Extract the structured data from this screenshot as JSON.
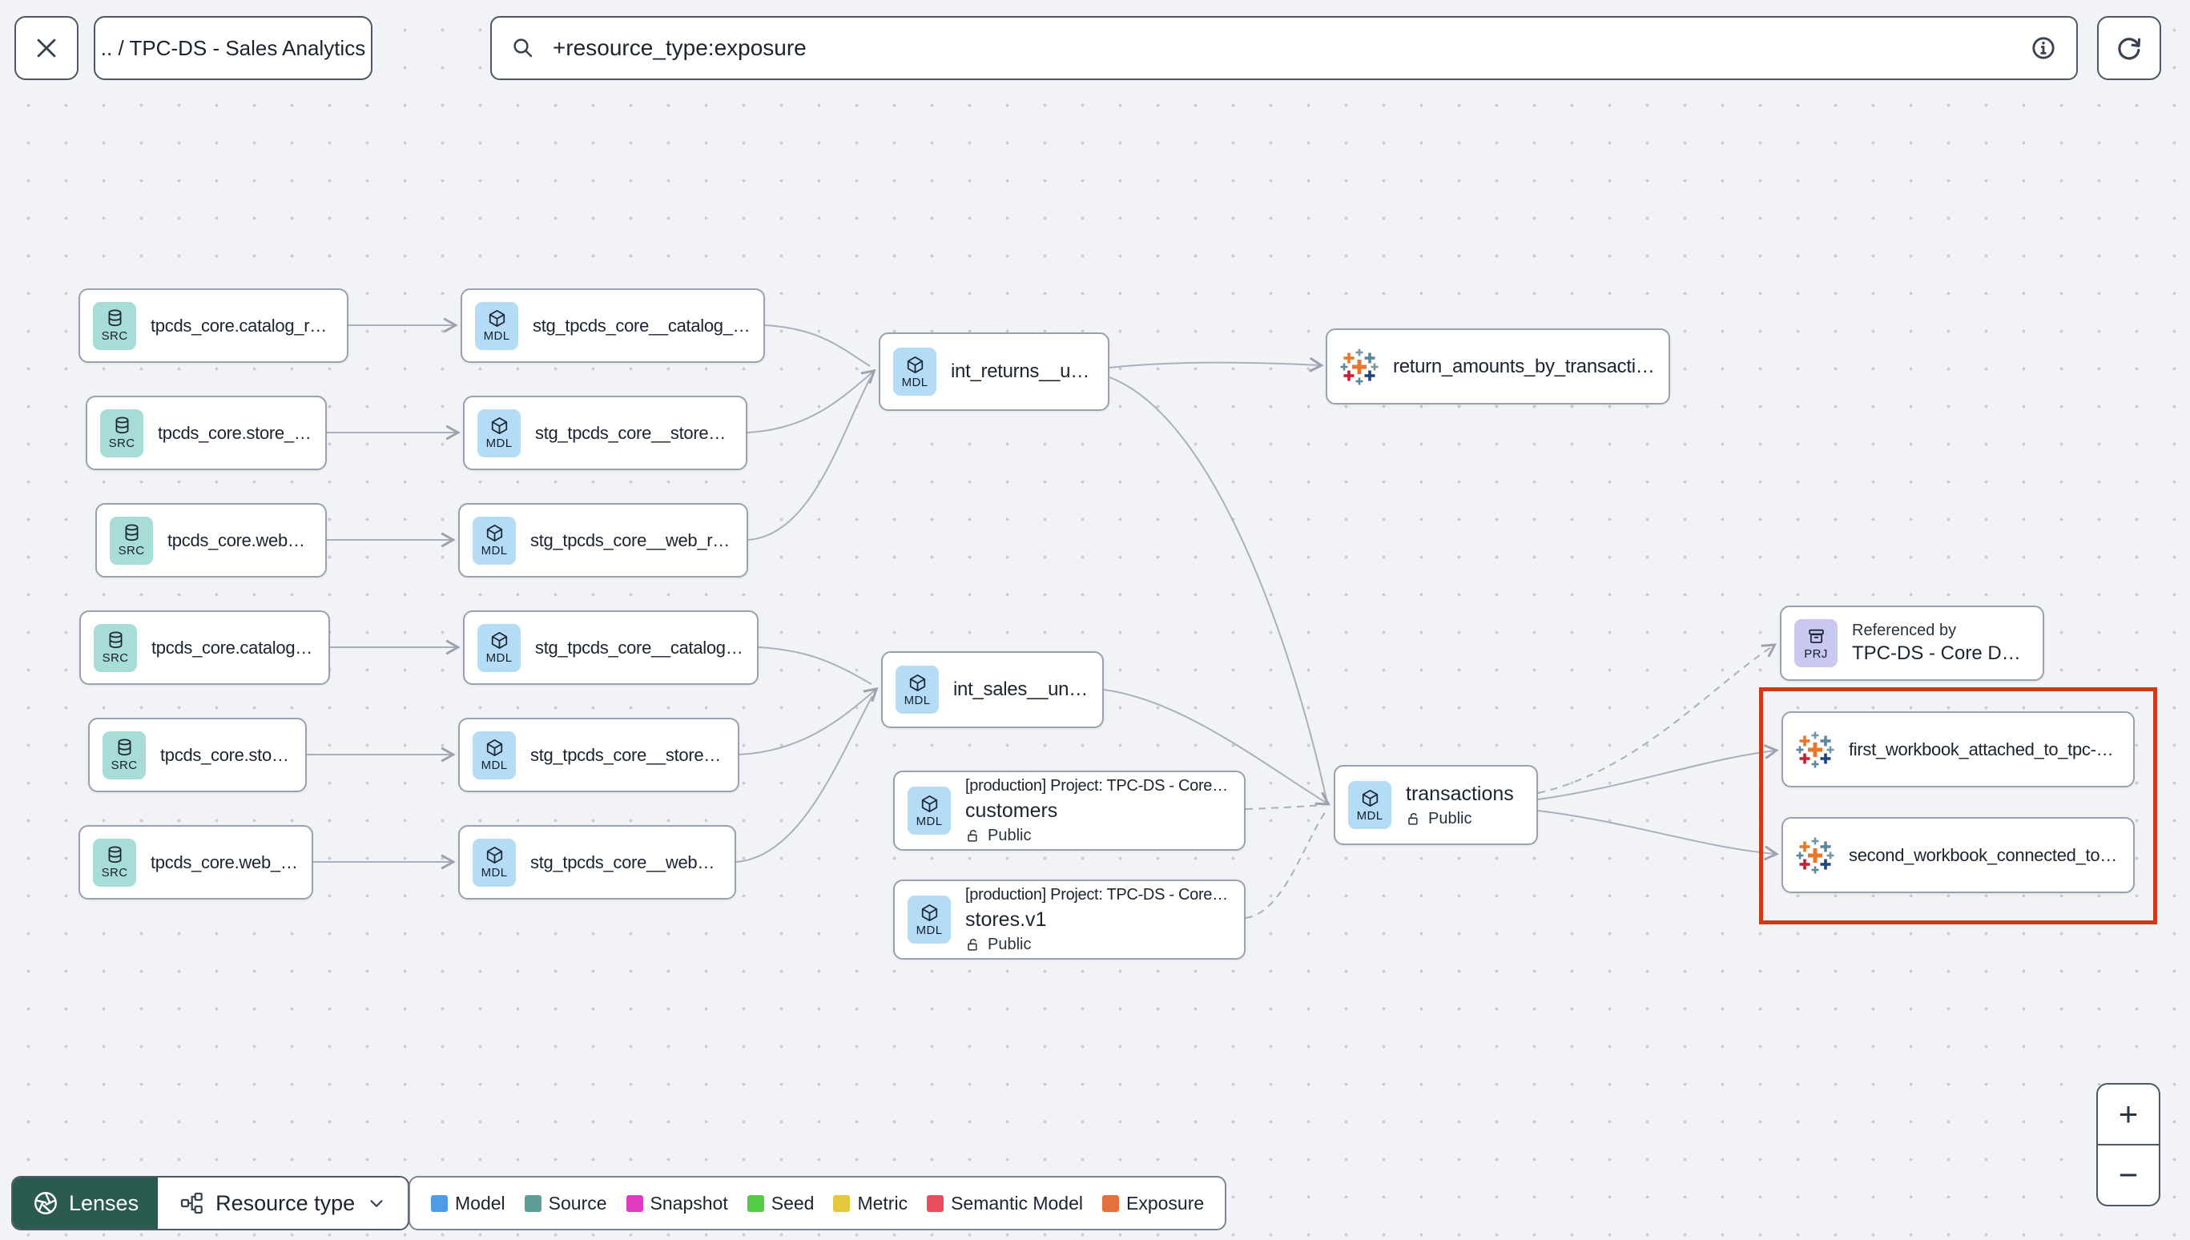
{
  "header": {
    "breadcrumb": ".. / TPC-DS - Sales Analytics",
    "search": {
      "value": "+resource_type:exposure"
    }
  },
  "graph": {
    "nodes": [
      {
        "badge": "SRC",
        "label": "tpcds_core.catalog_returns"
      },
      {
        "badge": "SRC",
        "label": "tpcds_core.store_returns"
      },
      {
        "badge": "SRC",
        "label": "tpcds_core.web_returns"
      },
      {
        "badge": "SRC",
        "label": "tpcds_core.catalog_sales"
      },
      {
        "badge": "SRC",
        "label": "tpcds_core.store_sales"
      },
      {
        "badge": "SRC",
        "label": "tpcds_core.web_sales"
      },
      {
        "badge": "MDL",
        "label": "stg_tpcds_core__catalog_returns"
      },
      {
        "badge": "MDL",
        "label": "stg_tpcds_core__store_returns"
      },
      {
        "badge": "MDL",
        "label": "stg_tpcds_core__web_returns"
      },
      {
        "badge": "MDL",
        "label": "stg_tpcds_core__catalog_sales"
      },
      {
        "badge": "MDL",
        "label": "stg_tpcds_core__store_sales"
      },
      {
        "badge": "MDL",
        "label": "stg_tpcds_core__web_sales"
      },
      {
        "badge": "MDL",
        "label": "int_returns__unioned"
      },
      {
        "badge": "MDL",
        "label": "int_sales__unioned"
      },
      {
        "badge": "MDL",
        "project": "[production] Project: TPC-DS - Core Data Mo…",
        "label": "customers",
        "access": "Public"
      },
      {
        "badge": "MDL",
        "project": "[production] Project: TPC-DS - Core Data Mo…",
        "label": "stores.v1",
        "access": "Public"
      },
      {
        "badge": "",
        "label": "return_amounts_by_transaction_type"
      },
      {
        "badge": "MDL",
        "label": "transactions",
        "access": "Public"
      },
      {
        "badge": "PRJ",
        "title": "Referenced by",
        "label": "TPC-DS - Core Data Models"
      },
      {
        "badge": "",
        "label": "first_workbook_attached_to_tpc-ds_-_…"
      },
      {
        "badge": "",
        "label": "second_workbook_connected_to_live…"
      }
    ],
    "edges": [
      {
        "from": 0,
        "to": 6,
        "style": "solid"
      },
      {
        "from": 1,
        "to": 7,
        "style": "solid"
      },
      {
        "from": 2,
        "to": 8,
        "style": "solid"
      },
      {
        "from": 3,
        "to": 9,
        "style": "solid"
      },
      {
        "from": 4,
        "to": 10,
        "style": "solid"
      },
      {
        "from": 5,
        "to": 11,
        "style": "solid"
      },
      {
        "from": 6,
        "to": 12,
        "style": "solid"
      },
      {
        "from": 7,
        "to": 12,
        "style": "solid"
      },
      {
        "from": 8,
        "to": 12,
        "style": "solid"
      },
      {
        "from": 9,
        "to": 13,
        "style": "solid"
      },
      {
        "from": 10,
        "to": 13,
        "style": "solid"
      },
      {
        "from": 11,
        "to": 13,
        "style": "solid"
      },
      {
        "from": 12,
        "to": 16,
        "style": "solid"
      },
      {
        "from": 12,
        "to": 17,
        "style": "solid"
      },
      {
        "from": 13,
        "to": 17,
        "style": "solid"
      },
      {
        "from": 14,
        "to": 17,
        "style": "dashed"
      },
      {
        "from": 15,
        "to": 17,
        "style": "dashed"
      },
      {
        "from": 17,
        "to": 18,
        "style": "dashed"
      },
      {
        "from": 17,
        "to": 19,
        "style": "solid"
      },
      {
        "from": 17,
        "to": 20,
        "style": "solid"
      }
    ],
    "highlight_color": "#cb3a1b"
  },
  "footer": {
    "lenses_label": "Lenses",
    "resource_type_label": "Resource type",
    "legend": [
      {
        "label": "Model",
        "color": "#4c9ce8"
      },
      {
        "label": "Source",
        "color": "#5e9c98"
      },
      {
        "label": "Snapshot",
        "color": "#e03cc0"
      },
      {
        "label": "Seed",
        "color": "#55cb45"
      },
      {
        "label": "Metric",
        "color": "#e6c83e"
      },
      {
        "label": "Semantic Model",
        "color": "#e64e5e"
      },
      {
        "label": "Exposure",
        "color": "#e4713c"
      }
    ]
  },
  "zoom_controls": {
    "zoom_in": "+",
    "zoom_out": "−"
  },
  "colors": {
    "source_badge_bg": "#a8dcd6",
    "model_badge_bg": "#b5dcf6",
    "project_badge_bg": "#c8c8f1",
    "lenses_bg": "#2a5a50",
    "highlight": "#cb3a1b"
  }
}
